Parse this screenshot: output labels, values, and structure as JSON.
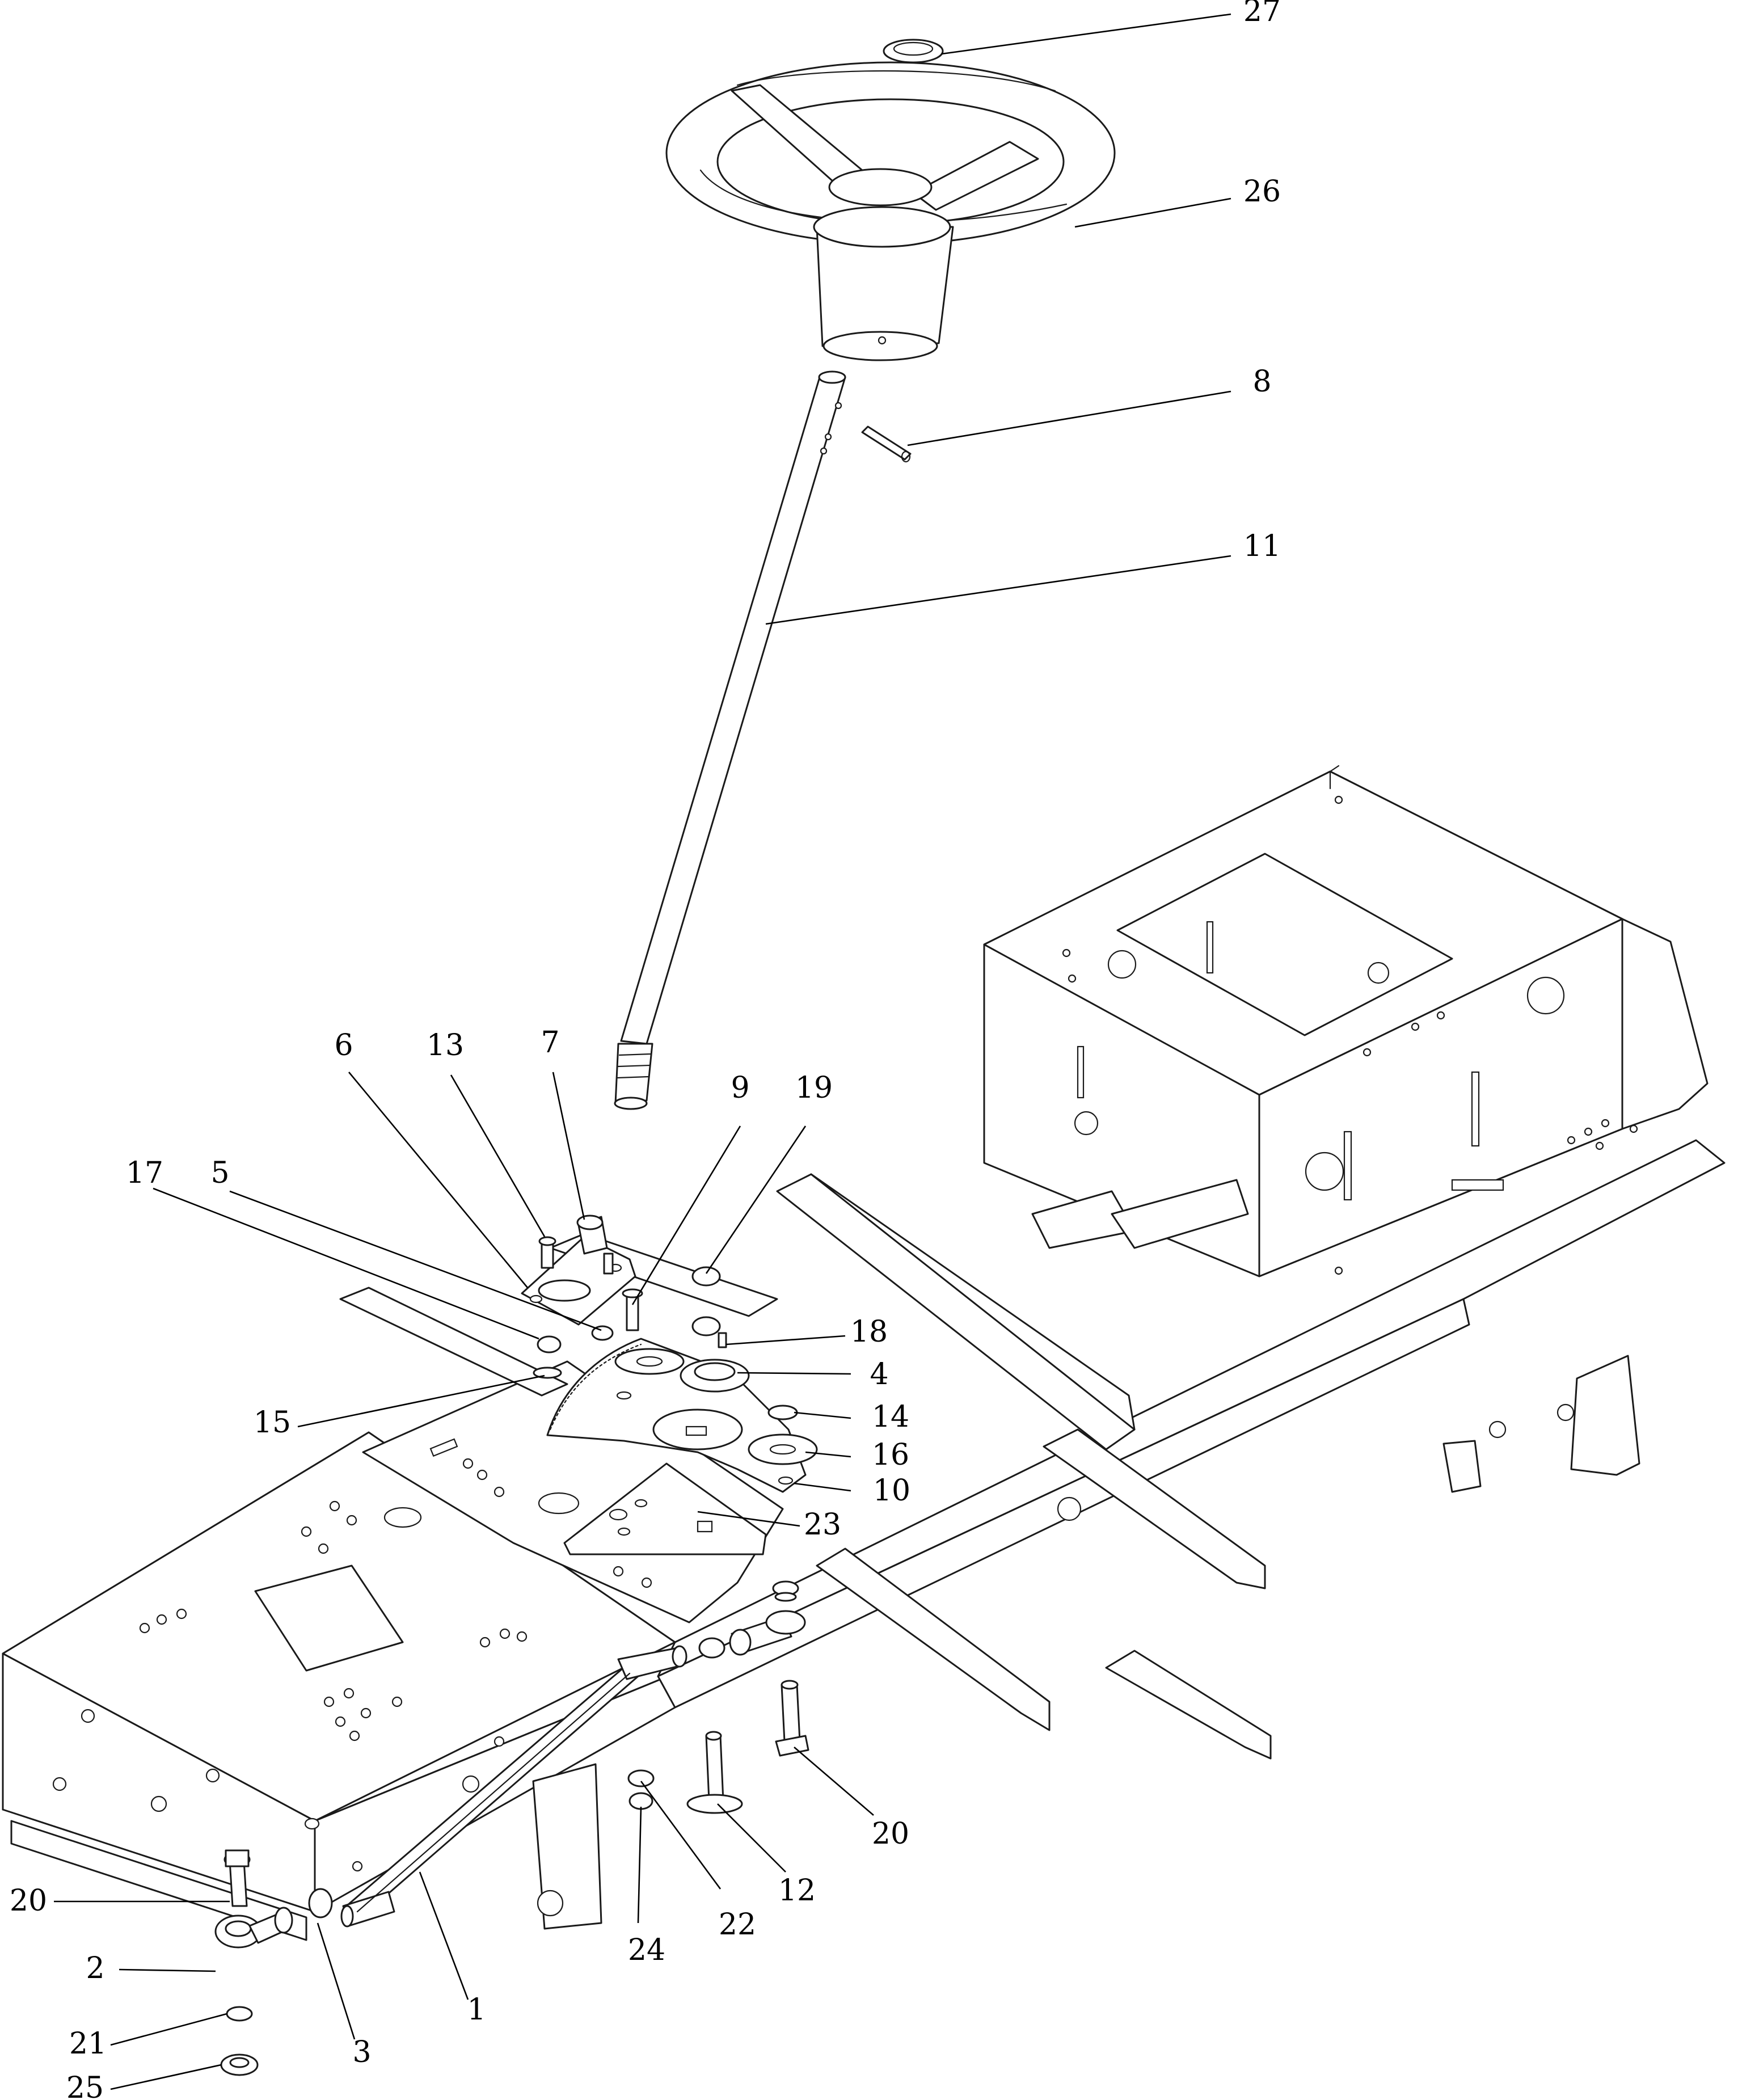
{
  "callouts": [
    {
      "id": "c27",
      "label": "27"
    },
    {
      "id": "c26",
      "label": "26"
    },
    {
      "id": "c8",
      "label": "8"
    },
    {
      "id": "c11",
      "label": "11"
    },
    {
      "id": "c6",
      "label": "6"
    },
    {
      "id": "c13",
      "label": "13"
    },
    {
      "id": "c7",
      "label": "7"
    },
    {
      "id": "c9",
      "label": "9"
    },
    {
      "id": "c19",
      "label": "19"
    },
    {
      "id": "c17",
      "label": "17"
    },
    {
      "id": "c5",
      "label": "5"
    },
    {
      "id": "c18",
      "label": "18"
    },
    {
      "id": "c4",
      "label": "4"
    },
    {
      "id": "c15",
      "label": "15"
    },
    {
      "id": "c14",
      "label": "14"
    },
    {
      "id": "c16",
      "label": "16"
    },
    {
      "id": "c10",
      "label": "10"
    },
    {
      "id": "c23",
      "label": "23"
    },
    {
      "id": "c20a",
      "label": "20"
    },
    {
      "id": "c12",
      "label": "12"
    },
    {
      "id": "c22",
      "label": "22"
    },
    {
      "id": "c24",
      "label": "24"
    },
    {
      "id": "c20b",
      "label": "20"
    },
    {
      "id": "c2",
      "label": "2"
    },
    {
      "id": "c21",
      "label": "21"
    },
    {
      "id": "c3",
      "label": "3"
    },
    {
      "id": "c1",
      "label": "1"
    },
    {
      "id": "c25",
      "label": "25"
    }
  ],
  "colors": {
    "line": "#1a1a1a",
    "background": "#ffffff"
  }
}
